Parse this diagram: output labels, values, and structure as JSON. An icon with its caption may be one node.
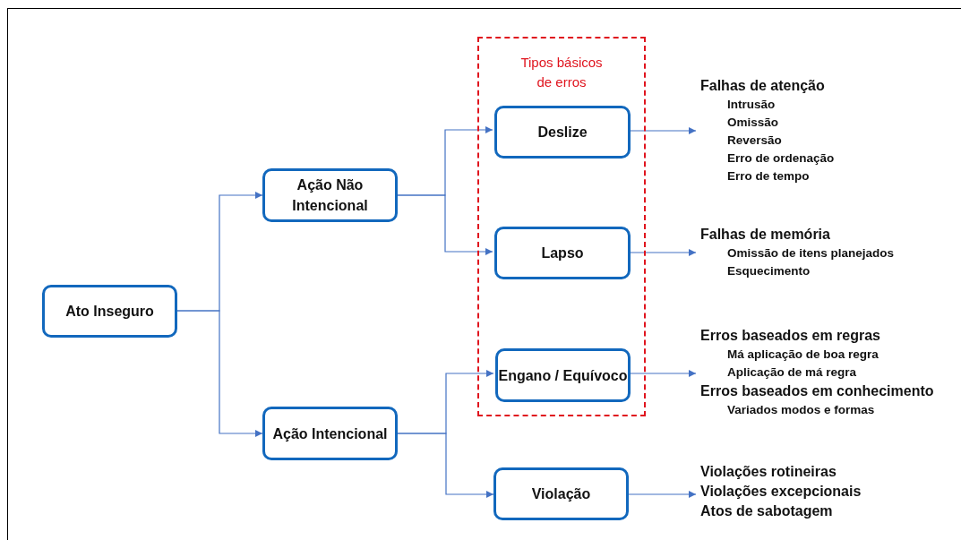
{
  "diagram": {
    "nodes": [
      {
        "text": [
          "Ato Inseguro"
        ]
      },
      {
        "text": [
          "Ação Não Intencional"
        ]
      },
      {
        "text": [
          "Ação Intencional"
        ]
      },
      {
        "text": [
          "Tipos básicos de erros"
        ]
      },
      {
        "text": [
          "Deslize"
        ],
        "in": 3
      },
      {
        "text": [
          "Lapso"
        ],
        "in": 3
      },
      {
        "text": [
          "Engano / Equívoco"
        ],
        "in": 3
      },
      {
        "text": [
          "Violação"
        ]
      },
      {
        "text": [
          "Falhas de atenção",
          "Intrusão",
          "Omissão",
          "Reversão",
          "Erro de ordenação",
          "Erro de tempo"
        ]
      },
      {
        "text": [
          "Falhas de memória",
          "Omissão de itens planejados",
          "Esquecimento"
        ]
      },
      {
        "text": [
          "Erros baseados em regras",
          "Má aplicação de boa regra",
          "Aplicação de má regra",
          "Erros baseados em conhecimento",
          "Variados modos e formas"
        ]
      },
      {
        "text": [
          "Violações rotineiras",
          "Violações excepcionais",
          "Atos de sabotagem"
        ]
      }
    ],
    "edges": [
      {
        "from": 0,
        "to": 1,
        "arrow": "to"
      },
      {
        "from": 0,
        "to": 2,
        "arrow": "to"
      },
      {
        "from": 1,
        "to": 4,
        "arrow": "to"
      },
      {
        "from": 1,
        "to": 5,
        "arrow": "to"
      },
      {
        "from": 2,
        "to": 6,
        "arrow": "to"
      },
      {
        "from": 2,
        "to": 7,
        "arrow": "to"
      },
      {
        "from": 4,
        "to": 8,
        "arrow": "to"
      },
      {
        "from": 5,
        "to": 9,
        "arrow": "to"
      },
      {
        "from": 6,
        "to": 10,
        "arrow": "to"
      },
      {
        "from": 7,
        "to": 11,
        "arrow": "to"
      }
    ]
  }
}
